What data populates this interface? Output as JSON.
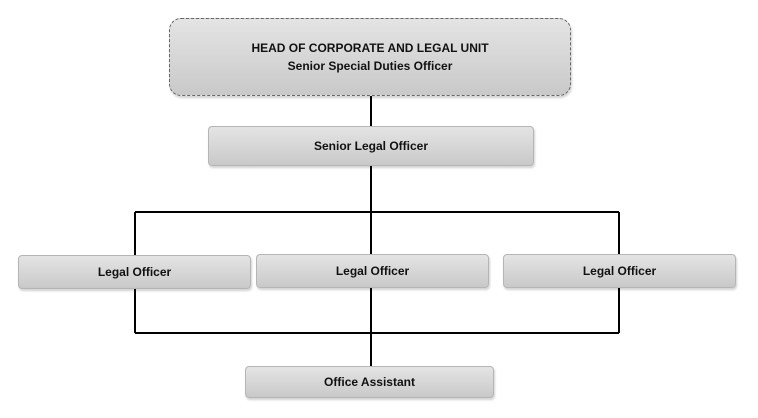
{
  "org_chart": {
    "head": {
      "title": "HEAD OF CORPORATE AND LEGAL UNIT",
      "subtitle": "Senior Special Duties Officer"
    },
    "senior": "Senior Legal Officer",
    "officers": [
      "Legal Officer",
      "Legal Officer",
      "Legal Officer"
    ],
    "assistant": "Office Assistant"
  }
}
